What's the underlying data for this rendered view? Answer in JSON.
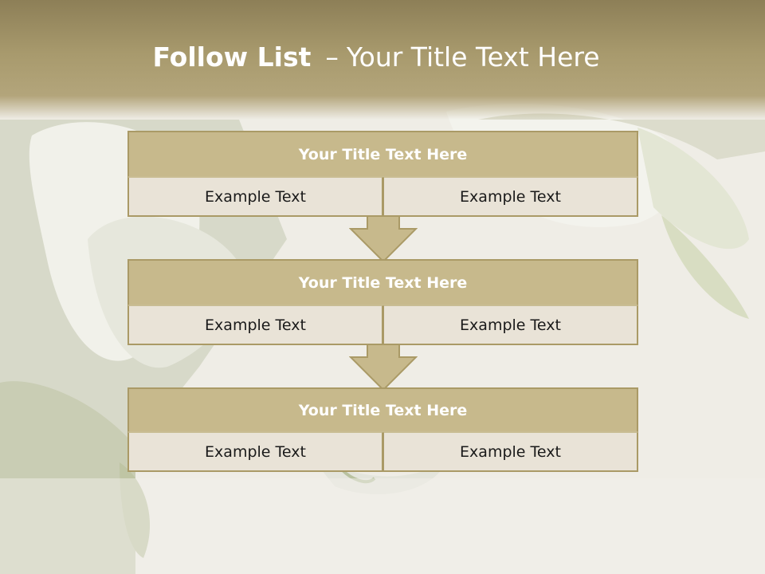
{
  "slide": {
    "title_bold": "Follow List",
    "title_dash": "–",
    "title_rest": "Your Title Text Here"
  },
  "blocks": [
    {
      "title": "Your Title Text Here",
      "left": "Example Text",
      "right": "Example Text"
    },
    {
      "title": "Your Title Text Here",
      "left": "Example Text",
      "right": "Example Text"
    },
    {
      "title": "Your Title Text Here",
      "left": "Example Text",
      "right": "Example Text"
    }
  ],
  "colors": {
    "header_bar": "#a89a6d",
    "box_title_fill": "#c7b98c",
    "box_border": "#aa9a66",
    "cell_fill": "#e9e3d7",
    "arrow_fill": "#c7b98c"
  }
}
